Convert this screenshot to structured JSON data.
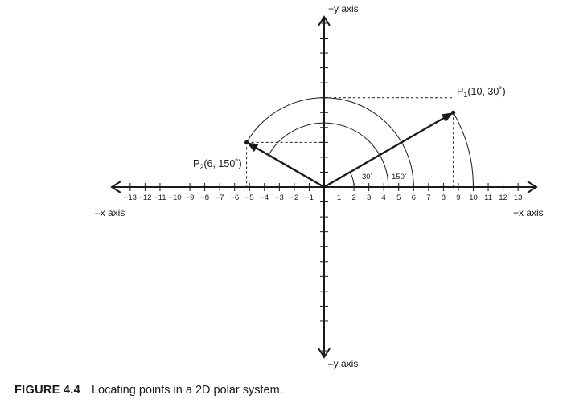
{
  "axes": {
    "pos_y": "+y axis",
    "neg_y": "–y axis",
    "pos_x": "+x axis",
    "neg_x": "–x axis",
    "x_ticks": [
      "−13",
      "−12",
      "−11",
      "−10",
      "−9",
      "−8",
      "−7",
      "−6",
      "−5",
      "−4",
      "−3",
      "−2",
      "−1",
      "1",
      "2",
      "3",
      "4",
      "5",
      "6",
      "7",
      "8",
      "9",
      "10",
      "11",
      "12",
      "13"
    ]
  },
  "points": [
    {
      "name": "P",
      "sub": "1",
      "coords": "(10, 30˚)",
      "r": 10,
      "theta": 30
    },
    {
      "name": "P",
      "sub": "2",
      "coords": "(6, 150˚)",
      "r": 6,
      "theta": 150
    }
  ],
  "angle_labels": {
    "a30": "30˚",
    "a150": "150˚"
  },
  "caption": {
    "number": "FIGURE 4.4",
    "text": "Locating points in a 2D polar system."
  },
  "colors": {
    "ink": "#1a1a1a"
  }
}
